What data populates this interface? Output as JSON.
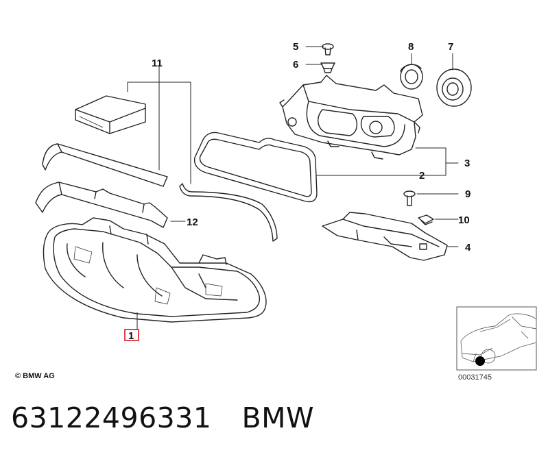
{
  "callouts": {
    "c1": "1",
    "c2": "2",
    "c3": "3",
    "c4": "4",
    "c5": "5",
    "c6": "6",
    "c7": "7",
    "c8": "8",
    "c9": "9",
    "c10": "10",
    "c11": "11",
    "c12": "12"
  },
  "copyright": "© BMW AG",
  "diagram_ref": "00031745",
  "caption": {
    "part_number": "63122496331",
    "brand": "BMW"
  },
  "colors": {
    "line": "#222222",
    "highlight_box": "#e0101a",
    "car_marker": "#000000"
  }
}
